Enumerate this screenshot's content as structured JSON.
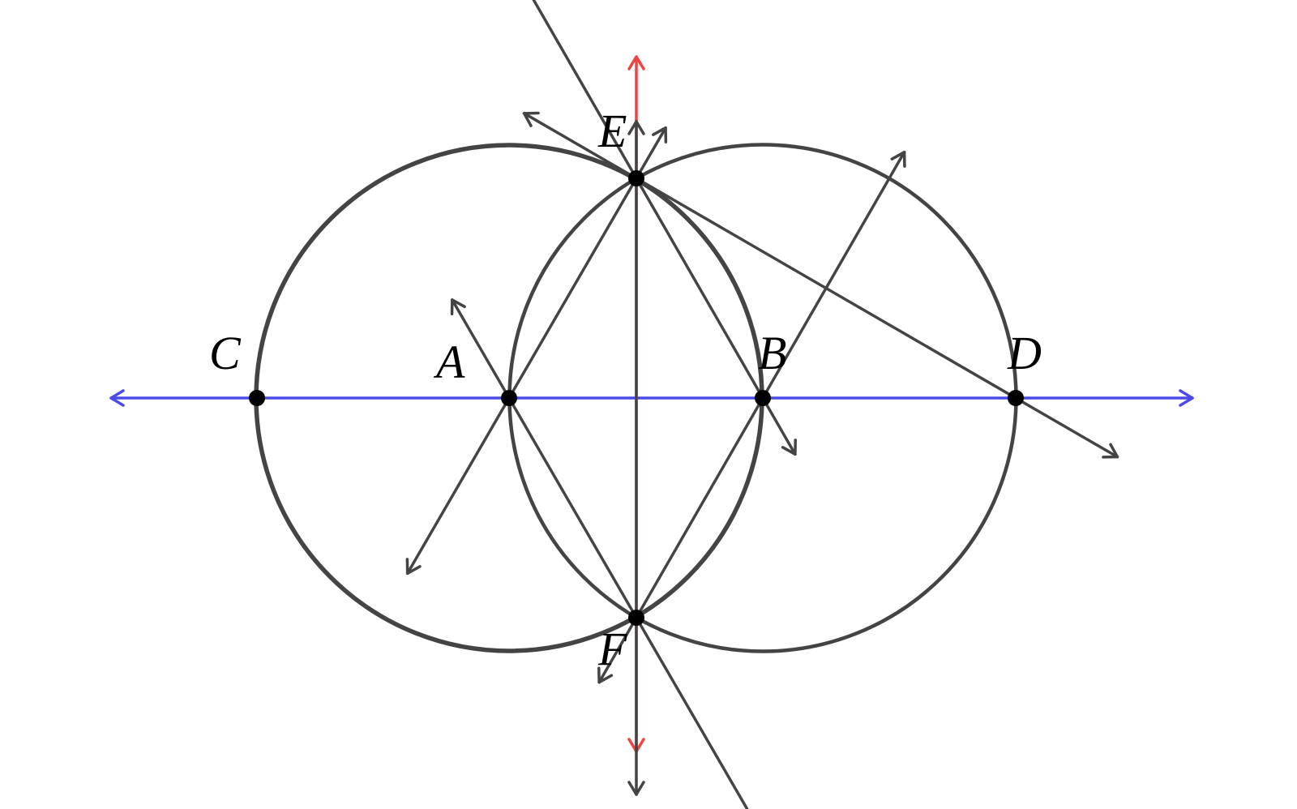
{
  "colors": {
    "circle": "#444444",
    "construction_line": "#444444",
    "horizontal_line": "#4a4ae8",
    "perpendicular_bisector": "#ee4444",
    "point": "#000000"
  },
  "points": [
    {
      "id": "A",
      "label": "A"
    },
    {
      "id": "B",
      "label": "B"
    },
    {
      "id": "C",
      "label": "C"
    },
    {
      "id": "D",
      "label": "D"
    },
    {
      "id": "E",
      "label": "E"
    },
    {
      "id": "F",
      "label": "F"
    }
  ],
  "circles": [
    {
      "center": "A",
      "through": "B"
    },
    {
      "center": "B",
      "through": "A"
    },
    {
      "center": "A",
      "through": "C"
    },
    {
      "center": "B",
      "through": "D"
    }
  ],
  "lines": [
    {
      "id": "line-CD",
      "through": [
        "C",
        "D"
      ],
      "style": "horizontal_line",
      "arrows": "both"
    },
    {
      "id": "line-EF",
      "through": [
        "E",
        "F"
      ],
      "style": "perpendicular_bisector",
      "arrows": "both"
    },
    {
      "id": "line-FE",
      "through": [
        "F",
        "E"
      ],
      "style": "construction_line",
      "arrows": "both"
    },
    {
      "id": "line-AE",
      "through": [
        "A",
        "E"
      ],
      "style": "construction_line",
      "arrows": "both"
    },
    {
      "id": "line-BE",
      "through": [
        "B",
        "E"
      ],
      "style": "construction_line",
      "arrows": "both"
    },
    {
      "id": "line-AF",
      "through": [
        "A",
        "F"
      ],
      "style": "construction_line",
      "arrows": "both"
    },
    {
      "id": "line-BF",
      "through": [
        "B",
        "F"
      ],
      "style": "construction_line",
      "arrows": "both"
    },
    {
      "id": "line-ED",
      "through": [
        "E",
        "D"
      ],
      "style": "construction_line",
      "arrows": "both"
    }
  ]
}
